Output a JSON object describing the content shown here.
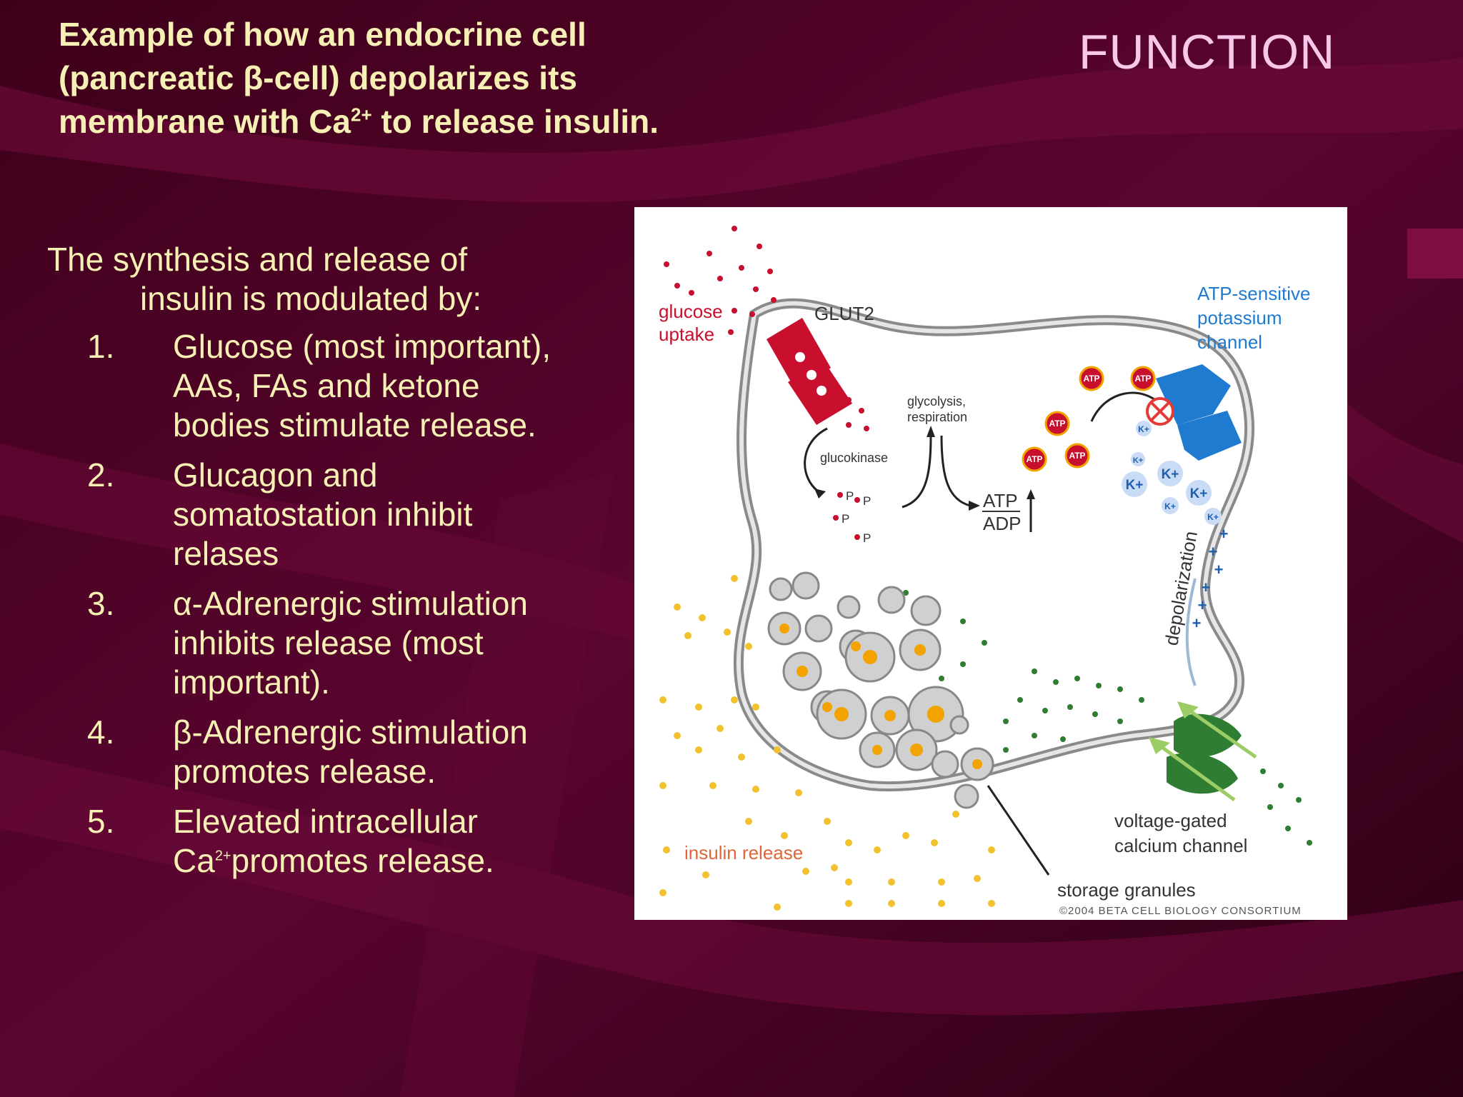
{
  "slide": {
    "title_main": "Example of how an endocrine cell (pancreatic β-cell) depolarizes its membrane with Ca",
    "title_sup": "2+",
    "title_end": " to release insulin.",
    "section_label": "FUNCTION",
    "intro_line1": "The synthesis and release of",
    "intro_line2": "insulin is modulated by:",
    "items": [
      {
        "num": "1.",
        "text": "Glucose (most important), AAs, FAs and ketone bodies stimulate release."
      },
      {
        "num": "2.",
        "text": "Glucagon and somatostation inhibit relases"
      },
      {
        "num": "3.",
        "text": "α-Adrenergic stimulation inhibits release (most important)."
      },
      {
        "num": "4.",
        "text": "β-Adrenergic stimulation promotes release."
      },
      {
        "num": "5.",
        "text": "Elevated intracellular Ca",
        "sup": "2+",
        "after": "promotes release."
      }
    ]
  },
  "diagram": {
    "glucose_uptake_1": "glucose",
    "glucose_uptake_2": "uptake",
    "glut2": "GLUT2",
    "glucokinase": "glucokinase",
    "glycolysis_1": "glycolysis,",
    "glycolysis_2": "respiration",
    "atp": "ATP",
    "adp": "ADP",
    "katp_1": "ATP-sensitive",
    "katp_2": "potassium",
    "katp_3": "channel",
    "atp_badge": "ATP",
    "k_ion": "K+",
    "p_label": "P",
    "depolarization": "depolarization",
    "vgcc_1": "voltage-gated",
    "vgcc_2": "calcium channel",
    "insulin_release": "insulin release",
    "storage_granules": "storage granules",
    "copyright": "©2004 BETA CELL BIOLOGY CONSORTIUM"
  },
  "colors": {
    "background": "#3a0018",
    "text": "#f7f0b4",
    "function_label": "#f8c8ea",
    "glucose_red": "#c8102e",
    "channel_blue": "#1f7bd0",
    "calcium_green": "#2e7d32",
    "insulin_yellow": "#f2c12e"
  }
}
